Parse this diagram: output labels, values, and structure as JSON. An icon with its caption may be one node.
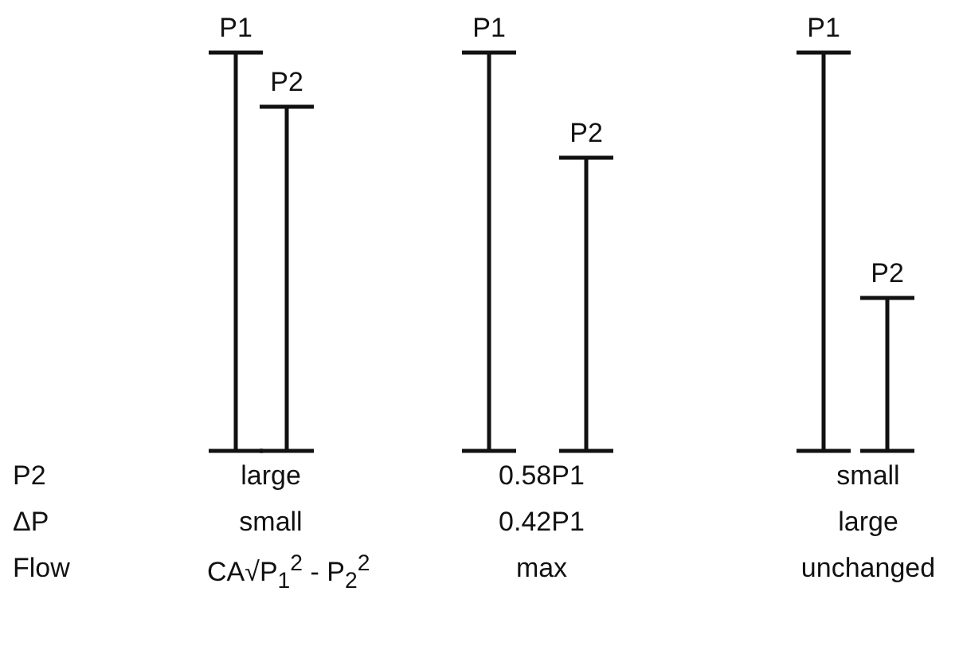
{
  "diagram": {
    "labels": [
      "P1",
      "P2",
      "P1",
      "P2",
      "P1",
      "P2",
      "P2",
      "large",
      "0.58P1",
      "small",
      "ΔP",
      "small",
      "0.42P1",
      "large",
      "Flow",
      "CA√P$_{1}$$^{2}$ - P$_{2}$$^{2}$",
      "max",
      "unchanged"
    ]
  }
}
